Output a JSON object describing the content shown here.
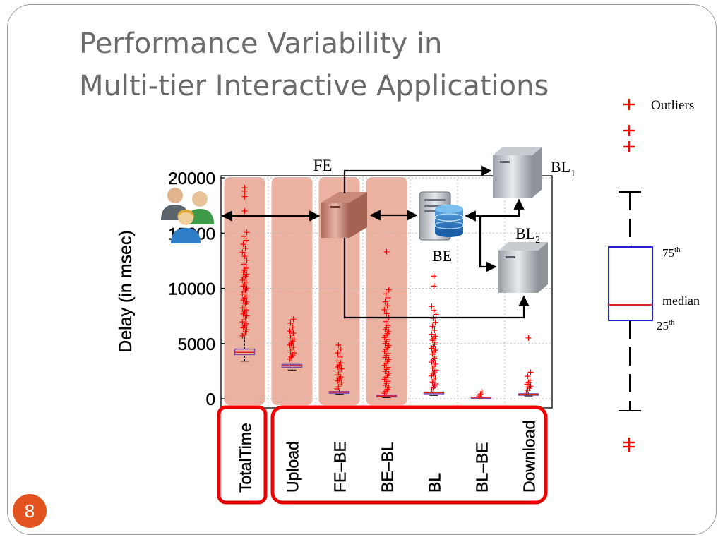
{
  "slide": {
    "title_line1": "Performance Variability in",
    "title_line2": "Multi-tier Interactive Applications",
    "page_number": "8"
  },
  "diagram": {
    "fe_label": "FE",
    "be_label": "BE",
    "bl1_label": "BL",
    "bl1_sub": "1",
    "bl2_label": "BL",
    "bl2_sub": "2"
  },
  "legend": {
    "outliers": "Outliers",
    "p75": "75",
    "p75_sup": "th",
    "median": "median",
    "p25": "25",
    "p25_sup": "th"
  },
  "colors": {
    "accent": "#e2531f",
    "outlier": "#ff0000",
    "highlight": "#e8a592",
    "box": "#2222cc",
    "median": "#dd2222",
    "group_border": "#ee0000"
  },
  "chart_data": {
    "type": "box",
    "ylabel": "Delay (in msec)",
    "ylim": [
      0,
      20000
    ],
    "yticks": [
      0,
      5000,
      10000,
      15000,
      20000
    ],
    "yticklabels": [
      "0",
      "5000",
      "10000",
      "15000",
      "20000"
    ],
    "categories": [
      "TotalTime",
      "Upload",
      "FE–BE",
      "BE–BL",
      "BL",
      "BL–BE",
      "Download"
    ],
    "highlighted": [
      "TotalTime",
      "Upload",
      "FE–BE",
      "BE–BL"
    ],
    "grid": true,
    "boxes": [
      {
        "label": "TotalTime",
        "q1": 4000,
        "median": 4200,
        "q3": 4500,
        "whisker_low": 3400,
        "whisker_high": 5600,
        "outliers_range": [
          5700,
          15200
        ],
        "outliers_sparse": [
          17000,
          18300,
          18800,
          19100
        ]
      },
      {
        "label": "Upload",
        "q1": 2850,
        "median": 3000,
        "q3": 3100,
        "whisker_low": 2600,
        "whisker_high": 3500,
        "outliers_range": [
          3600,
          7500
        ],
        "outliers_sparse": []
      },
      {
        "label": "FE–BE",
        "q1": 500,
        "median": 600,
        "q3": 650,
        "whisker_low": 400,
        "whisker_high": 800,
        "outliers_range": [
          900,
          5000
        ],
        "outliers_sparse": []
      },
      {
        "label": "BE–BL",
        "q1": 200,
        "median": 250,
        "q3": 300,
        "whisker_low": 100,
        "whisker_high": 400,
        "outliers_range": [
          500,
          10000
        ],
        "outliers_sparse": [
          13300
        ]
      },
      {
        "label": "BL",
        "q1": 450,
        "median": 550,
        "q3": 600,
        "whisker_low": 300,
        "whisker_high": 700,
        "outliers_range": [
          800,
          8500
        ],
        "outliers_sparse": [
          10200,
          11100
        ]
      },
      {
        "label": "BL–BE",
        "q1": 100,
        "median": 120,
        "q3": 150,
        "whisker_low": 50,
        "whisker_high": 200,
        "outliers_range": [
          250,
          900
        ],
        "outliers_sparse": []
      },
      {
        "label": "Download",
        "q1": 350,
        "median": 400,
        "q3": 450,
        "whisker_low": 250,
        "whisker_high": 550,
        "outliers_range": [
          600,
          2400
        ],
        "outliers_sparse": [
          5500
        ]
      }
    ]
  }
}
